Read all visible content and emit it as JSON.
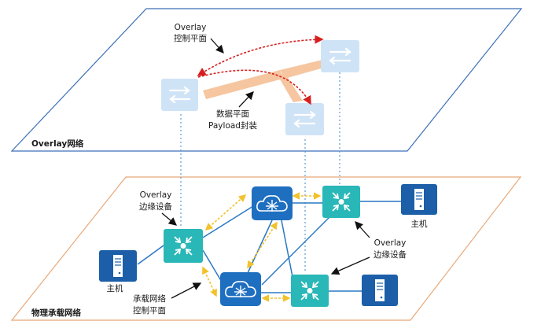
{
  "overlay_plane": {
    "title": "Overlay网络",
    "control_label": [
      "Overlay",
      "控制平面"
    ],
    "data_label": [
      "数据平面",
      "Payload封装"
    ]
  },
  "physical_plane": {
    "title": "物理承载网络",
    "edge_label_left": [
      "Overlay",
      "边缘设备"
    ],
    "edge_label_right": [
      "Overlay",
      "边缘设备"
    ],
    "control_label": [
      "承载网络",
      "控制平面"
    ],
    "host_label_left": "主机",
    "host_label_right": "主机"
  },
  "colors": {
    "overlay_border": "#3c6fb6",
    "physical_border": "#e8a878",
    "overlay_switch": "#cfe3f7",
    "edge_device": "#29b7b8",
    "cloud_router": "#1f6fc0",
    "host": "#1c5fa8",
    "link": "#2a78c4",
    "red_dashed": "#d61f1f",
    "yellow_dashed": "#f2c22c",
    "payload_band": "#f5c6a0"
  }
}
